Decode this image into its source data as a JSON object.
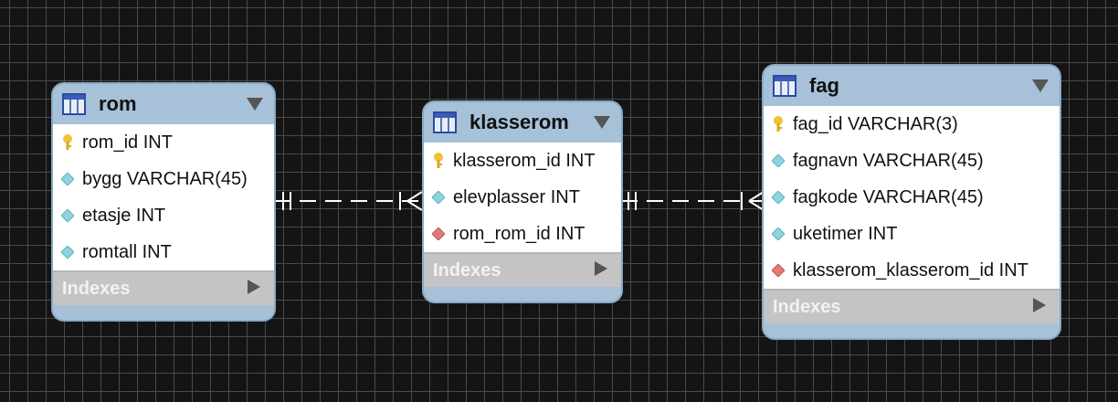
{
  "tables": [
    {
      "title": "rom",
      "columns": [
        {
          "label": "rom_id INT",
          "kind": "primary-key"
        },
        {
          "label": "bygg VARCHAR(45)",
          "kind": "column"
        },
        {
          "label": "etasje INT",
          "kind": "column"
        },
        {
          "label": "romtall INT",
          "kind": "column"
        }
      ],
      "indexes_label": "Indexes"
    },
    {
      "title": "klasserom",
      "columns": [
        {
          "label": "klasserom_id INT",
          "kind": "primary-key"
        },
        {
          "label": "elevplasser INT",
          "kind": "column"
        },
        {
          "label": "rom_rom_id INT",
          "kind": "foreign-key"
        }
      ],
      "indexes_label": "Indexes"
    },
    {
      "title": "fag",
      "columns": [
        {
          "label": "fag_id VARCHAR(3)",
          "kind": "primary-key"
        },
        {
          "label": "fagnavn VARCHAR(45)",
          "kind": "column"
        },
        {
          "label": "fagkode VARCHAR(45)",
          "kind": "column"
        },
        {
          "label": "uketimer INT",
          "kind": "column"
        },
        {
          "label": "klasserom_klasserom_id INT",
          "kind": "foreign-key"
        }
      ],
      "indexes_label": "Indexes"
    }
  ],
  "relationships": [
    {
      "from": "rom",
      "to": "klasserom",
      "cardinality": "one-to-many"
    },
    {
      "from": "klasserom",
      "to": "fag",
      "cardinality": "one-to-many"
    }
  ],
  "colors": {
    "canvas": "#141414",
    "grid": "#4a4a4a",
    "header": "#a7c1d8",
    "indexes_bar": "#c4c4c4",
    "primary_key": "#f2c230",
    "column": "#8fd3dc",
    "foreign_key": "#e07a72"
  }
}
